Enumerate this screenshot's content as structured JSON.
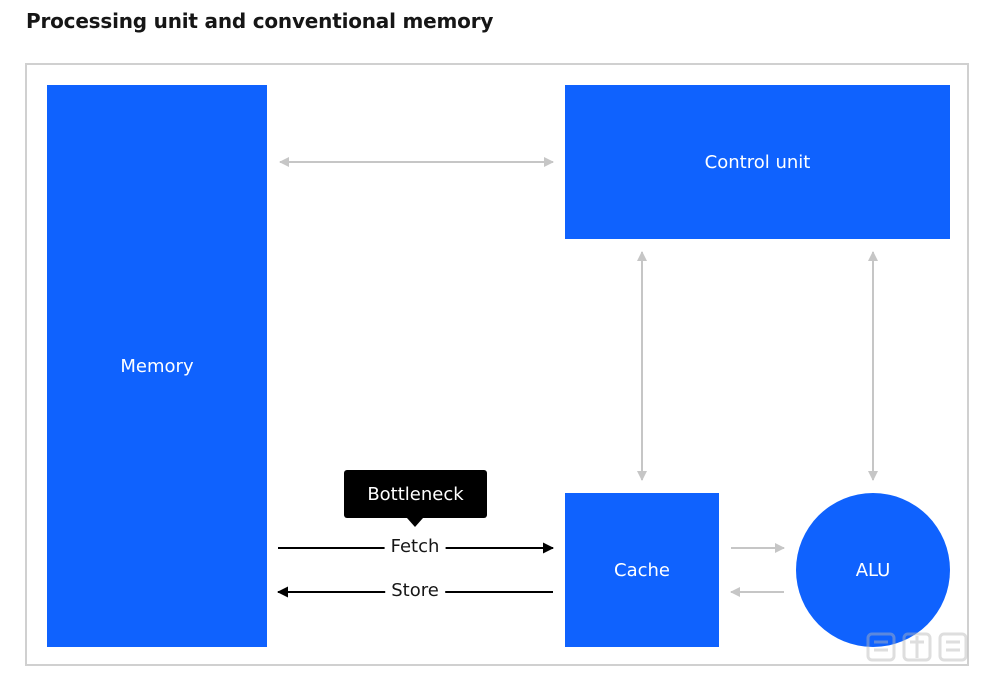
{
  "title": "Processing unit and conventional memory",
  "blocks": {
    "memory": "Memory",
    "control_unit": "Control unit",
    "cache": "Cache",
    "alu": "ALU"
  },
  "flows": {
    "fetch": "Fetch",
    "store": "Store",
    "bottleneck": "Bottleneck"
  },
  "colors": {
    "block": "#0f62fe",
    "arrow_light": "#c6c6c6",
    "arrow_dark": "#000000",
    "frame": "#d0d0d0"
  }
}
